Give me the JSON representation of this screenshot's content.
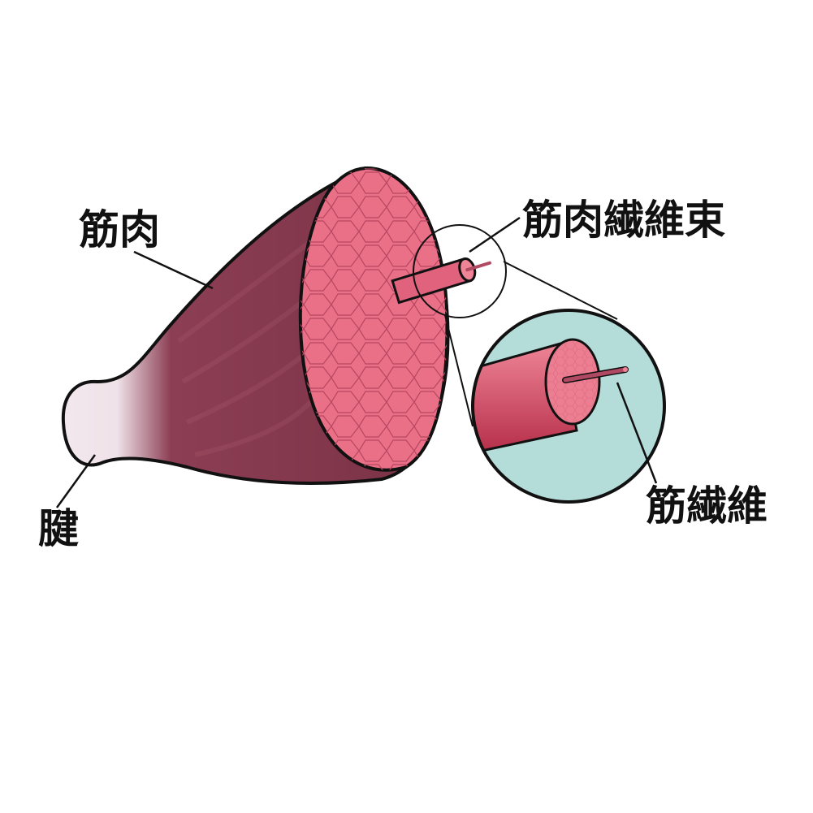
{
  "labels": {
    "muscle": "筋肉",
    "fascicle": "筋肉繊維束",
    "fiber": "筋繊維",
    "tendon": "腱"
  },
  "colors": {
    "muscle_dark": "#7e3447",
    "muscle_cut": "#ea7088",
    "tendon": "#f2e8ec",
    "magnify_bg": "#b4dcd8",
    "fiber": "#b04a62"
  }
}
